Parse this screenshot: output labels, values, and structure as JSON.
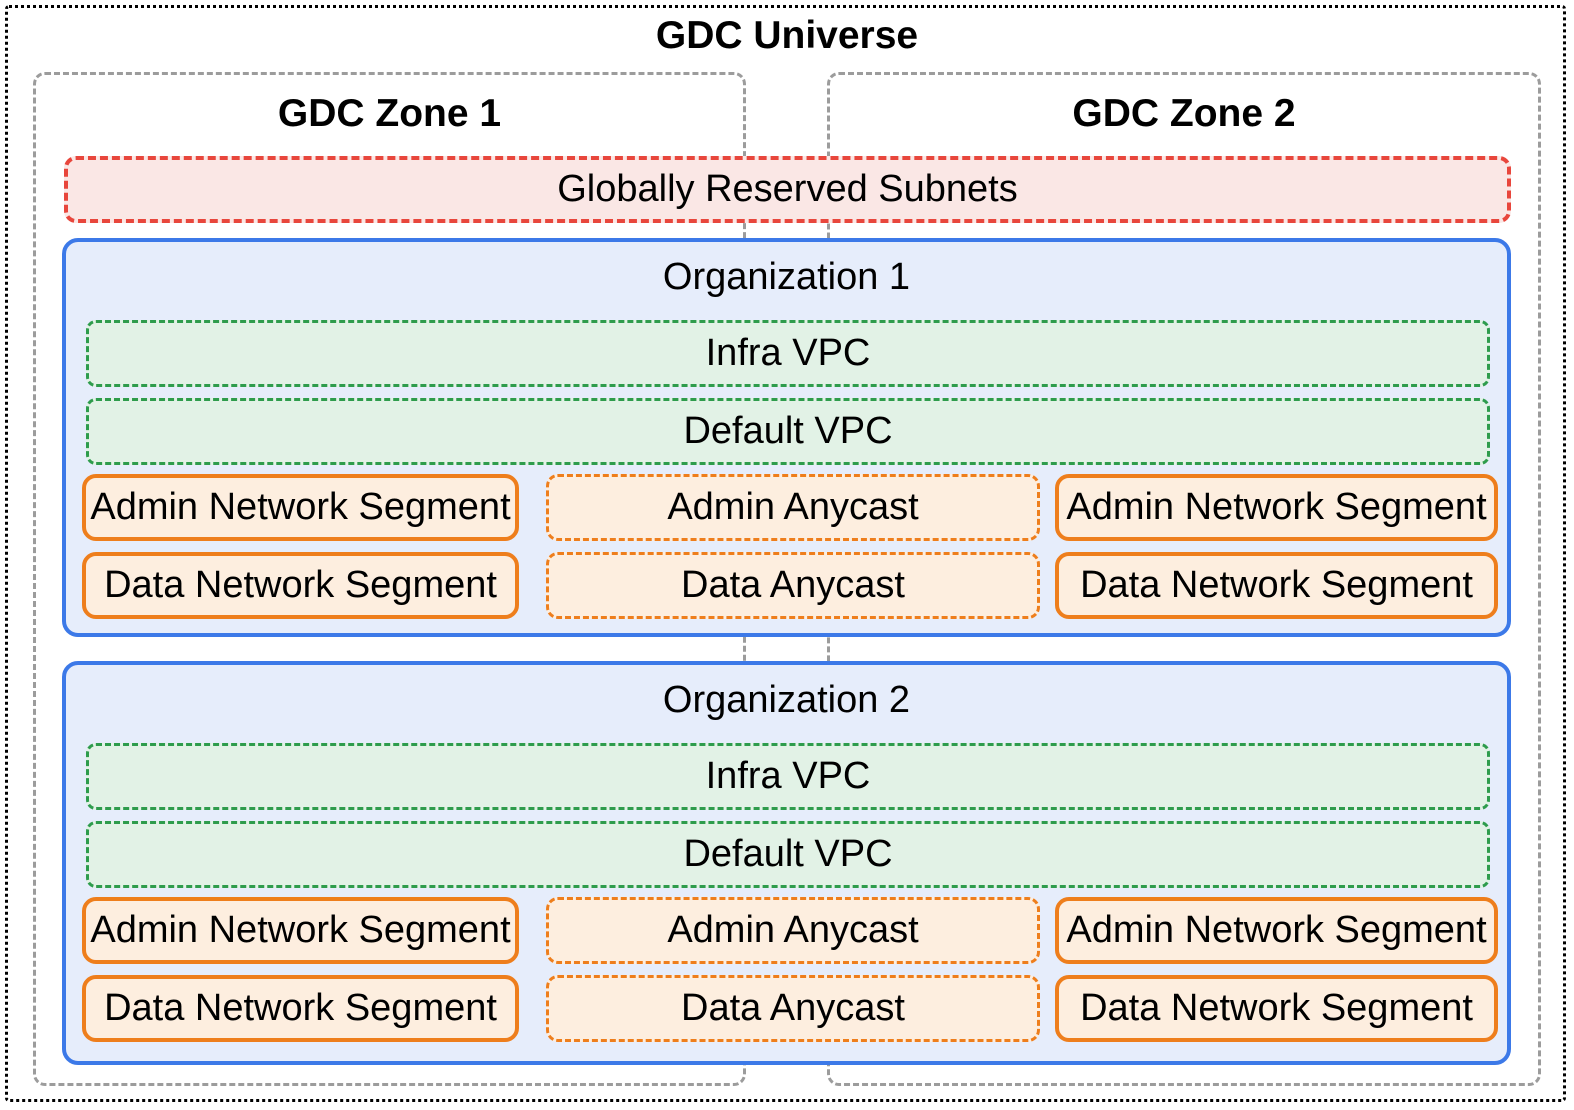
{
  "title": "GDC Universe",
  "zones": [
    {
      "label": "GDC Zone 1"
    },
    {
      "label": "GDC Zone 2"
    }
  ],
  "reserved": {
    "label": "Globally Reserved Subnets"
  },
  "organizations": [
    {
      "title": "Organization 1",
      "vpcs": [
        {
          "label": "Infra VPC"
        },
        {
          "label": "Default VPC"
        }
      ],
      "segments": {
        "admin_left": "Admin Network Segment",
        "admin_anycast": "Admin Anycast",
        "admin_right": "Admin Network Segment",
        "data_left": "Data Network Segment",
        "data_anycast": "Data Anycast",
        "data_right": "Data Network Segment"
      }
    },
    {
      "title": "Organization 2",
      "vpcs": [
        {
          "label": "Infra VPC"
        },
        {
          "label": "Default VPC"
        }
      ],
      "segments": {
        "admin_left": "Admin Network Segment",
        "admin_anycast": "Admin Anycast",
        "admin_right": "Admin Network Segment",
        "data_left": "Data Network Segment",
        "data_anycast": "Data Anycast",
        "data_right": "Data Network Segment"
      }
    }
  ],
  "colors": {
    "black": "#000000",
    "gray": "#9C9C9C",
    "red": "#E8463C",
    "redFill": "#FAE7E5",
    "blue": "#3C79E8",
    "blueFill": "#E6EDFB",
    "green": "#2E9C4C",
    "greenFill": "#E2F2E6",
    "orange": "#EE7E1C",
    "orangeFill": "#FDEEDF"
  }
}
